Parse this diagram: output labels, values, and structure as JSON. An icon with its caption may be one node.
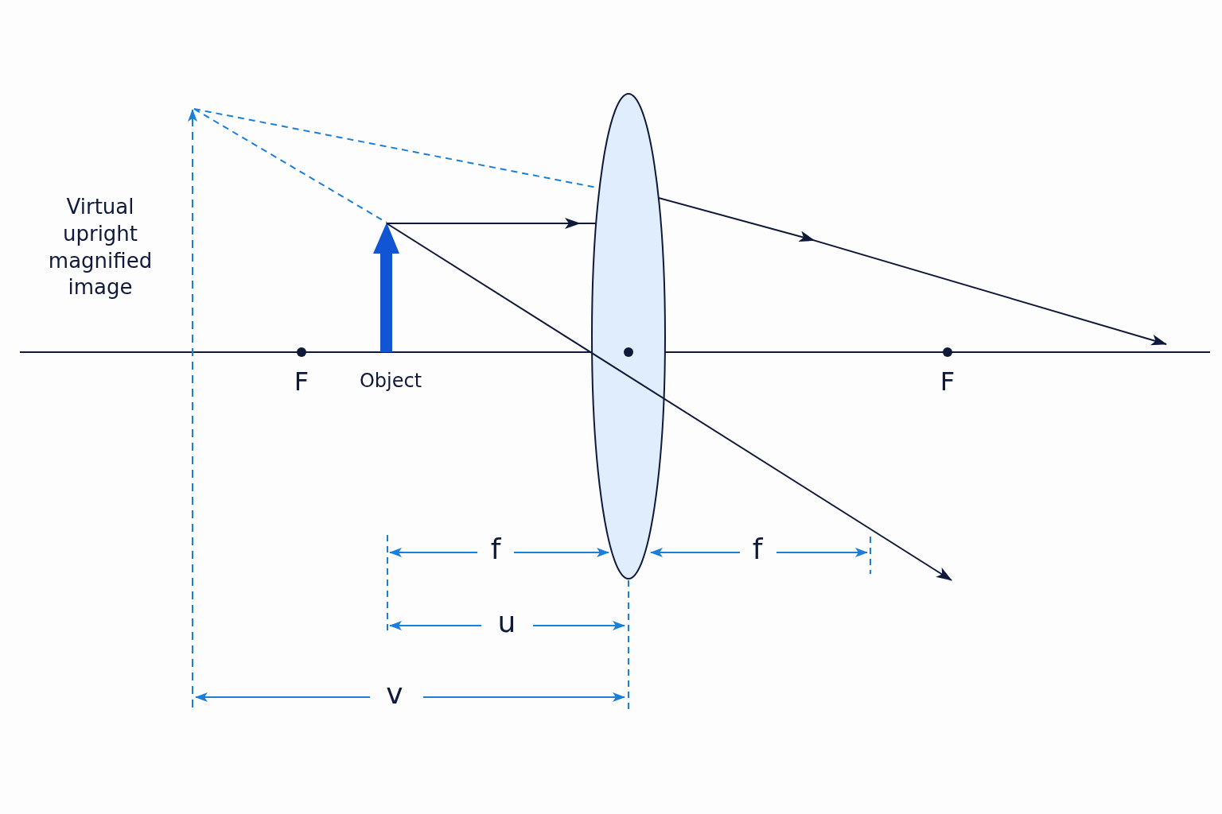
{
  "diagram": {
    "labels": [
      "Virtual upright magnified image",
      "F",
      "Object",
      "F",
      "f",
      "f",
      "u",
      "v"
    ]
  }
}
